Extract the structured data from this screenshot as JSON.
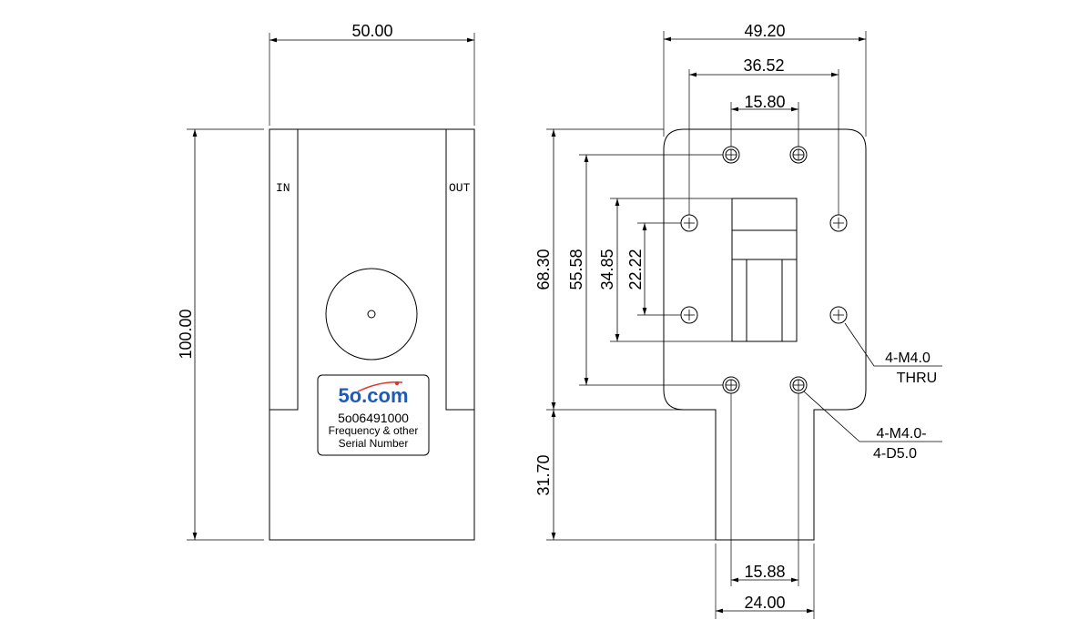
{
  "front_view": {
    "width_dim": "50.00",
    "height_dim": "100.00",
    "port_in": "IN",
    "port_out": "OUT"
  },
  "label": {
    "logo": "5o.com",
    "part_number": "5o06491000",
    "line1": "Frequency & other",
    "line2": "Serial Number"
  },
  "side_view": {
    "dim_top_width": "49.20",
    "dim_holes_outer": "36.52",
    "dim_holes_inner": "15.80",
    "dim_flange_height": "68.30",
    "dim_holes_vertical": "55.58",
    "dim_waveguide_height": "34.85",
    "dim_holes_inner_vertical": "22.22",
    "dim_lower": "31.70",
    "dim_bottom_inner": "15.88",
    "dim_bottom_width": "24.00",
    "note_thru_1": "4-M4.0",
    "note_thru_2": "THRU",
    "note_depth_1": "4-M4.0-",
    "note_depth_2": "4-D5.0"
  },
  "colors": {
    "line": "#000000",
    "logo": "#1e5bb8",
    "logo_dot": "#e0342b"
  }
}
